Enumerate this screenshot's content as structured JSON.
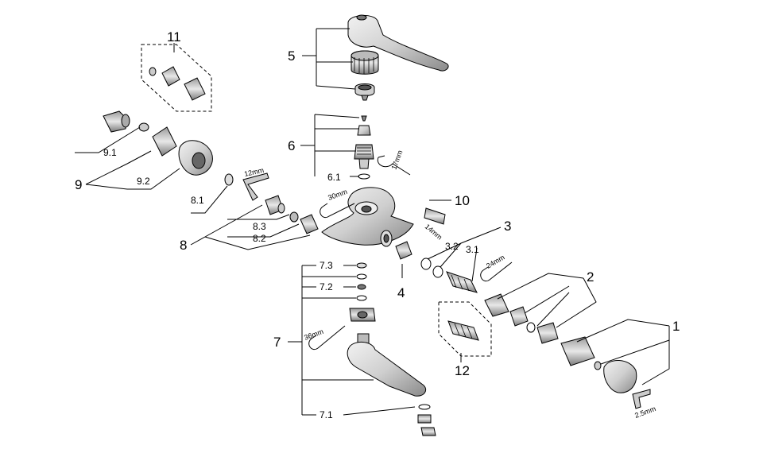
{
  "callouts": {
    "p1": "1",
    "p2": "2",
    "p3": "3",
    "p3_1": "3.1",
    "p3_2": "3.2",
    "p4": "4",
    "p5": "5",
    "p6": "6",
    "p6_1": "6.1",
    "p7": "7",
    "p7_1": "7.1",
    "p7_2": "7.2",
    "p7_3": "7.3",
    "p8": "8",
    "p8_1": "8.1",
    "p8_2": "8.2",
    "p8_3": "8.3",
    "p9": "9",
    "p9_1": "9.1",
    "p9_2": "9.2",
    "p10": "10",
    "p11": "11",
    "p12": "12"
  },
  "tools": {
    "hex_2_5": "2.5mm",
    "hex_12": "12mm",
    "spanner_14": "14mm",
    "spanner_17": "17mm",
    "spanner_24": "24mm",
    "spanner_30": "30mm",
    "spanner_36": "36mm"
  },
  "colors": {
    "line": "#000000",
    "part_fill": "#d9d9d9",
    "part_dark": "#8c8c8c",
    "background": "#ffffff"
  }
}
